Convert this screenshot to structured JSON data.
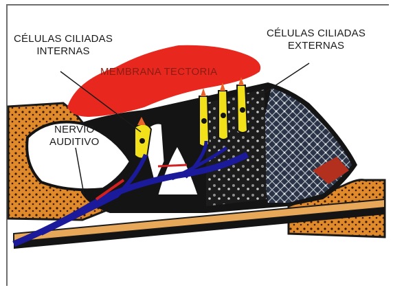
{
  "labels": {
    "inner_hair_cells": [
      "CÉLULAS CILIADAS",
      "INTERNAS"
    ],
    "outer_hair_cells": [
      "CÉLULAS CILIADAS",
      "EXTERNAS"
    ],
    "tectorial_membrane": "MEMBRANA TECTORIA",
    "auditory_nerve": [
      "NERVIO",
      "AUDITIVO"
    ]
  },
  "colors": {
    "tectorial_membrane": "#e8281e",
    "bone": "#e08a2c",
    "hair_cells": "#f2e11a",
    "nerve_fibers": "#1a1a9a",
    "outer_tissue": "#2a3446",
    "background": "#ffffff"
  }
}
